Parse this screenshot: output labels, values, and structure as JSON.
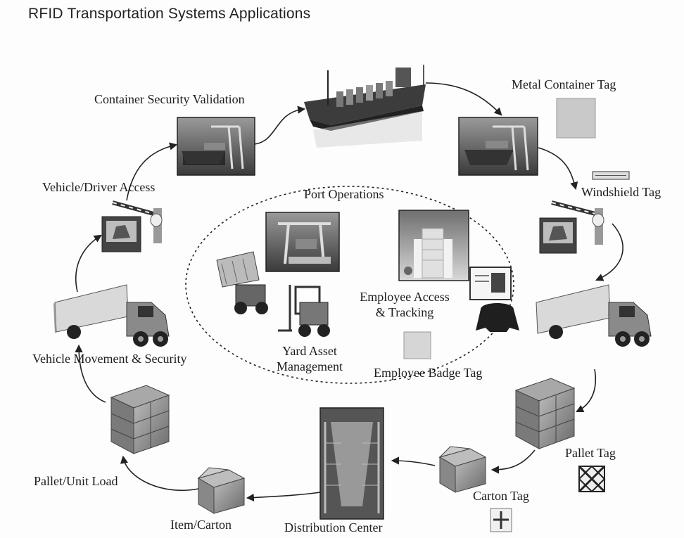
{
  "title": "RFID Transportation Systems Applications",
  "labels": {
    "container_security": "Container Security Validation",
    "metal_container_tag": "Metal Container Tag",
    "vehicle_driver_access": "Vehicle/Driver Access",
    "windshield_tag": "Windshield Tag",
    "port_operations": "Port Operations",
    "employee_access_1": "Employee Access",
    "employee_access_2": "& Tracking",
    "yard_asset_1": "Yard Asset",
    "yard_asset_2": "Management",
    "employee_badge_tag": "Employee Badge Tag",
    "vehicle_movement": "Vehicle Movement & Security",
    "pallet_tag": "Pallet Tag",
    "carton_tag": "Carton Tag",
    "pallet_unit_load": "Pallet/Unit Load",
    "item_carton": "Item/Carton",
    "distribution_center": "Distribution Center"
  }
}
